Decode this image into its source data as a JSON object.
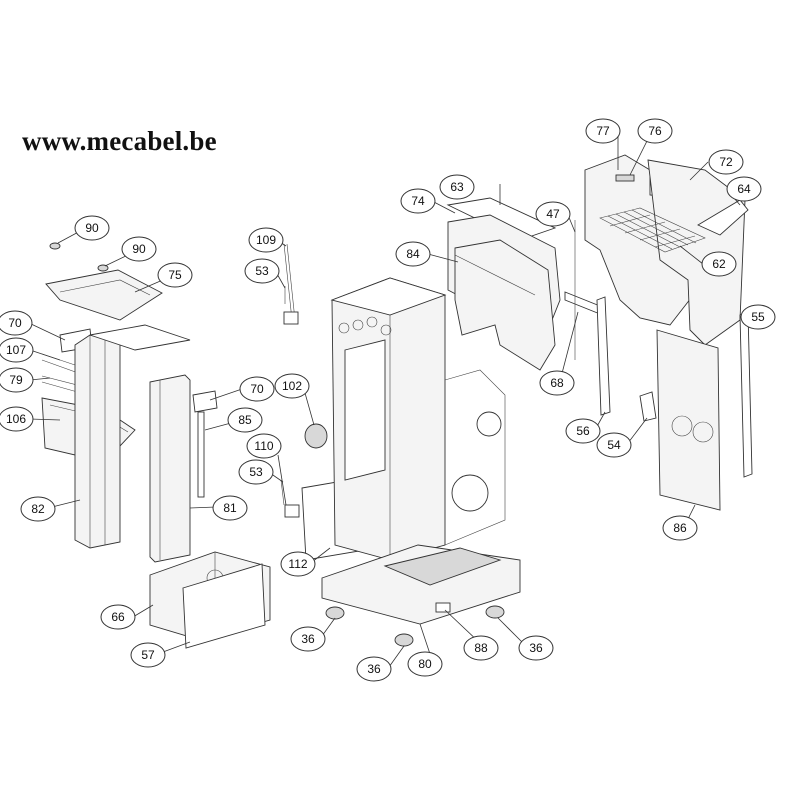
{
  "header": {
    "website": "www.mecabel.be"
  },
  "colors": {
    "ink": "#333333",
    "panel": "#f4f4f4",
    "shade": "#d8d8d8"
  },
  "callouts": [
    "90",
    "90",
    "75",
    "70",
    "107",
    "79",
    "106",
    "82",
    "81",
    "70",
    "85",
    "109",
    "53",
    "102",
    "110",
    "53",
    "112",
    "66",
    "57",
    "36",
    "36",
    "80",
    "88",
    "36",
    "63",
    "74",
    "84",
    "47",
    "68",
    "77",
    "76",
    "72",
    "64",
    "62",
    "55",
    "56",
    "54",
    "86"
  ]
}
